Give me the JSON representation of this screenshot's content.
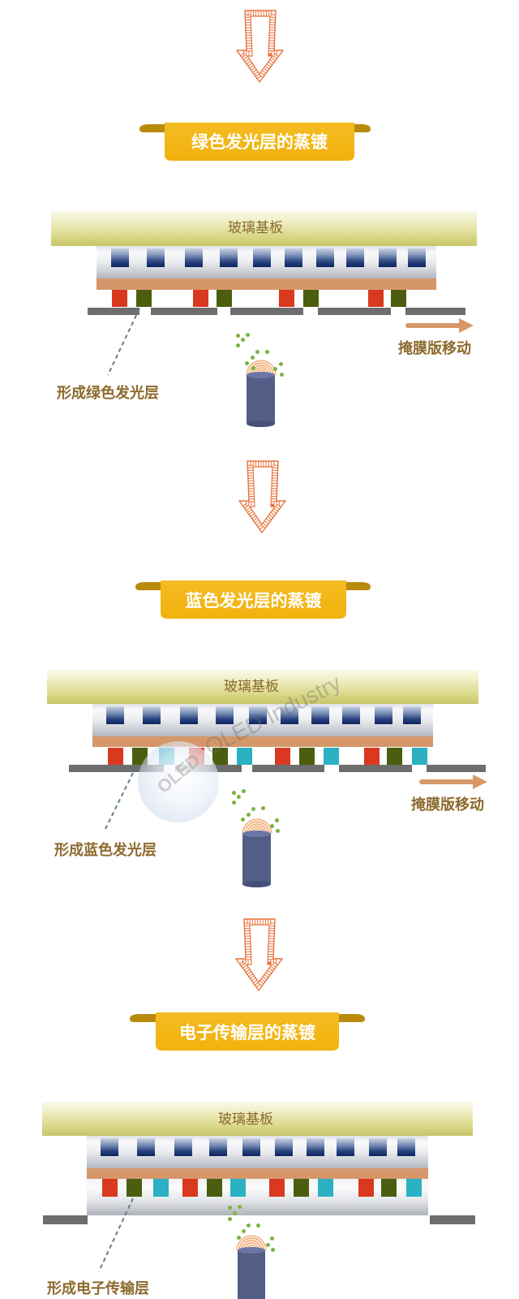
{
  "colors": {
    "banner": "#f1b20d",
    "banner_tail": "#b98a0c",
    "down_arrow": "#e8723c",
    "glass_text": "#8a6a2c",
    "label_text": "#8c6a2c",
    "red": "#d9391f",
    "green": "#4b5e0f",
    "cyan": "#2bb1c2",
    "blue_pixel": "#0c2460",
    "organic_layer": "#d5976a",
    "mask": "#6d6d6d",
    "mask_move_arrow": "#d69868",
    "source": "#535e86",
    "particle": "#7cb342"
  },
  "steps": [
    {
      "banner": "绿色发光层的蒸镀",
      "substrate_label": "玻璃基板",
      "mask_move_label": "掩膜版移动",
      "formed_label": "形成绿色发光层",
      "pixel_sequence": [
        "red",
        "green",
        "red",
        "green",
        "red",
        "green",
        "red",
        "green"
      ]
    },
    {
      "banner": "蓝色发光层的蒸镀",
      "substrate_label": "玻璃基板",
      "mask_move_label": "掩膜版移动",
      "formed_label": "形成蓝色发光层",
      "pixel_sequence": [
        "red",
        "green",
        "cyan",
        "red",
        "green",
        "cyan",
        "red",
        "green",
        "cyan",
        "red",
        "green",
        "cyan"
      ]
    },
    {
      "banner": "电子传输层的蒸镀",
      "substrate_label": "玻璃基板",
      "formed_label": "形成电子传输层",
      "pixel_sequence": [
        "red",
        "green",
        "cyan",
        "red",
        "green",
        "cyan",
        "red",
        "green",
        "cyan",
        "red",
        "green",
        "cyan"
      ]
    }
  ],
  "icons": {
    "step_arrow": "down-arrow-icon",
    "mask_move": "right-arrow-icon",
    "source": "evaporation-source-icon"
  },
  "watermark": {
    "text": "OLED Industry",
    "logo": "OLED"
  }
}
